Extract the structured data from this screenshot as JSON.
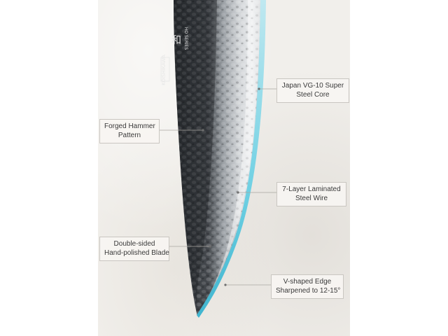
{
  "brand_stamp": "和",
  "series_text": "HO SERIES",
  "maker_text": "KOISHIKAWA",
  "callouts": {
    "steel_core": {
      "line1": "Japan VG-10 Super",
      "line2": "Steel Core"
    },
    "hammer_pattern": {
      "line1": "Forged Hammer",
      "line2": "Pattern"
    },
    "laminated_wire": {
      "line1": "7-Layer Laminated",
      "line2": "Steel Wire"
    },
    "polished_blade": {
      "line1": "Double-sided",
      "line2": "Hand-polished Blade"
    },
    "edge": {
      "line1": "V-shaped Edge",
      "line2": "Sharpened to 12-15°"
    }
  },
  "colors": {
    "background": "#f1efeb",
    "blade_dark": "#3b3e42",
    "blade_light": "#d9dcdf",
    "edge_accent": "#5fc4d8"
  }
}
